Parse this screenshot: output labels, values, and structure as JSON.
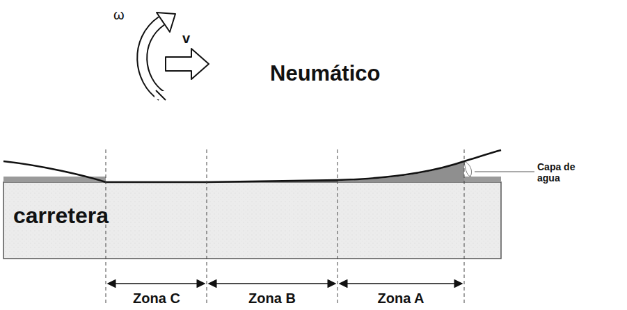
{
  "diagram": {
    "nodes": [
      {
        "text": [
          "carretera"
        ]
      }
    ],
    "labels": [
      "ω",
      "v",
      "Neumático",
      "Capa de agua",
      "Zona C",
      "Zona B",
      "Zona A"
    ]
  }
}
